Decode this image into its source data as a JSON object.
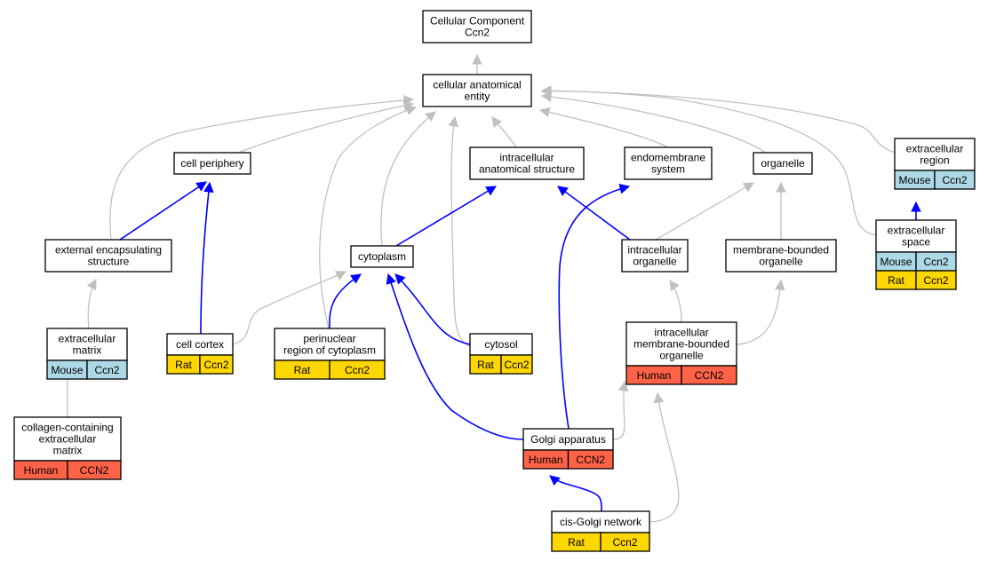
{
  "colors": {
    "edge_gray": "#c0c0c0",
    "edge_blue": "#0000ff",
    "Human": "#ff6347",
    "Rat": "#ffd700",
    "Mouse": "#add8e6"
  },
  "nodes": [
    {
      "id": "cc",
      "lines": [
        "Cellular Component",
        "Ccn2"
      ],
      "tags": []
    },
    {
      "id": "cae",
      "lines": [
        "cellular anatomical",
        "entity"
      ],
      "tags": []
    },
    {
      "id": "cp",
      "lines": [
        "cell periphery"
      ],
      "tags": []
    },
    {
      "id": "ias",
      "lines": [
        "intracellular",
        "anatomical structure"
      ],
      "tags": []
    },
    {
      "id": "ems",
      "lines": [
        "endomembrane",
        "system"
      ],
      "tags": []
    },
    {
      "id": "org",
      "lines": [
        "organelle"
      ],
      "tags": []
    },
    {
      "id": "er",
      "lines": [
        "extracellular",
        "region"
      ],
      "tags": [
        [
          "Mouse",
          "Ccn2"
        ]
      ]
    },
    {
      "id": "ees",
      "lines": [
        "external encapsulating",
        "structure"
      ],
      "tags": []
    },
    {
      "id": "cyto",
      "lines": [
        "cytoplasm"
      ],
      "tags": []
    },
    {
      "id": "io",
      "lines": [
        "intracellular",
        "organelle"
      ],
      "tags": []
    },
    {
      "id": "mbo",
      "lines": [
        "membrane-bounded",
        "organelle"
      ],
      "tags": []
    },
    {
      "id": "es",
      "lines": [
        "extracellular",
        "space"
      ],
      "tags": [
        [
          "Mouse",
          "Ccn2"
        ],
        [
          "Rat",
          "Ccn2"
        ]
      ]
    },
    {
      "id": "em",
      "lines": [
        "extracellular",
        "matrix"
      ],
      "tags": [
        [
          "Mouse",
          "Ccn2"
        ]
      ]
    },
    {
      "id": "ccx",
      "lines": [
        "cell cortex"
      ],
      "tags": [
        [
          "Rat",
          "Ccn2"
        ]
      ]
    },
    {
      "id": "prc",
      "lines": [
        "perinuclear",
        "region of cytoplasm"
      ],
      "tags": [
        [
          "Rat",
          "Ccn2"
        ]
      ]
    },
    {
      "id": "cytosol",
      "lines": [
        "cytosol"
      ],
      "tags": [
        [
          "Rat",
          "Ccn2"
        ]
      ]
    },
    {
      "id": "imbo",
      "lines": [
        "intracellular",
        "membrane-bounded",
        "organelle"
      ],
      "tags": [
        [
          "Human",
          "CCN2"
        ]
      ]
    },
    {
      "id": "ccem",
      "lines": [
        "collagen-containing",
        "extracellular",
        "matrix"
      ],
      "tags": [
        [
          "Human",
          "CCN2"
        ]
      ]
    },
    {
      "id": "ga",
      "lines": [
        "Golgi apparatus"
      ],
      "tags": [
        [
          "Human",
          "CCN2"
        ]
      ]
    },
    {
      "id": "cgn",
      "lines": [
        "cis-Golgi network"
      ],
      "tags": [
        [
          "Rat",
          "Ccn2"
        ]
      ]
    }
  ],
  "edges": [
    {
      "from": "cae",
      "to": "cc",
      "kind": "is_a"
    },
    {
      "from": "cp",
      "to": "cae",
      "kind": "is_a"
    },
    {
      "from": "ias",
      "to": "cae",
      "kind": "is_a"
    },
    {
      "from": "ems",
      "to": "cae",
      "kind": "is_a"
    },
    {
      "from": "org",
      "to": "cae",
      "kind": "is_a"
    },
    {
      "from": "er",
      "to": "cae",
      "kind": "is_a"
    },
    {
      "from": "ees",
      "to": "cae",
      "kind": "is_a"
    },
    {
      "from": "prc",
      "to": "cae",
      "kind": "is_a"
    },
    {
      "from": "cyto",
      "to": "cae",
      "kind": "is_a"
    },
    {
      "from": "cytosol",
      "to": "cae",
      "kind": "is_a"
    },
    {
      "from": "es",
      "to": "cae",
      "kind": "is_a"
    },
    {
      "from": "ees",
      "to": "cp",
      "kind": "part_of"
    },
    {
      "from": "ccx",
      "to": "cp",
      "kind": "part_of"
    },
    {
      "from": "cyto",
      "to": "ias",
      "kind": "part_of"
    },
    {
      "from": "io",
      "to": "ias",
      "kind": "part_of"
    },
    {
      "from": "ga",
      "to": "ems",
      "kind": "part_of"
    },
    {
      "from": "io",
      "to": "org",
      "kind": "is_a"
    },
    {
      "from": "mbo",
      "to": "org",
      "kind": "is_a"
    },
    {
      "from": "es",
      "to": "er",
      "kind": "part_of"
    },
    {
      "from": "em",
      "to": "ees",
      "kind": "is_a"
    },
    {
      "from": "ccx",
      "to": "cyto",
      "kind": "is_a"
    },
    {
      "from": "prc",
      "to": "cyto",
      "kind": "part_of"
    },
    {
      "from": "cytosol",
      "to": "cyto",
      "kind": "part_of"
    },
    {
      "from": "ga",
      "to": "cyto",
      "kind": "part_of"
    },
    {
      "from": "imbo",
      "to": "io",
      "kind": "is_a"
    },
    {
      "from": "imbo",
      "to": "mbo",
      "kind": "is_a"
    },
    {
      "from": "ccem",
      "to": "em",
      "kind": "is_a"
    },
    {
      "from": "ga",
      "to": "imbo",
      "kind": "is_a"
    },
    {
      "from": "cgn",
      "to": "ga",
      "kind": "part_of"
    },
    {
      "from": "cgn",
      "to": "imbo",
      "kind": "is_a"
    }
  ]
}
